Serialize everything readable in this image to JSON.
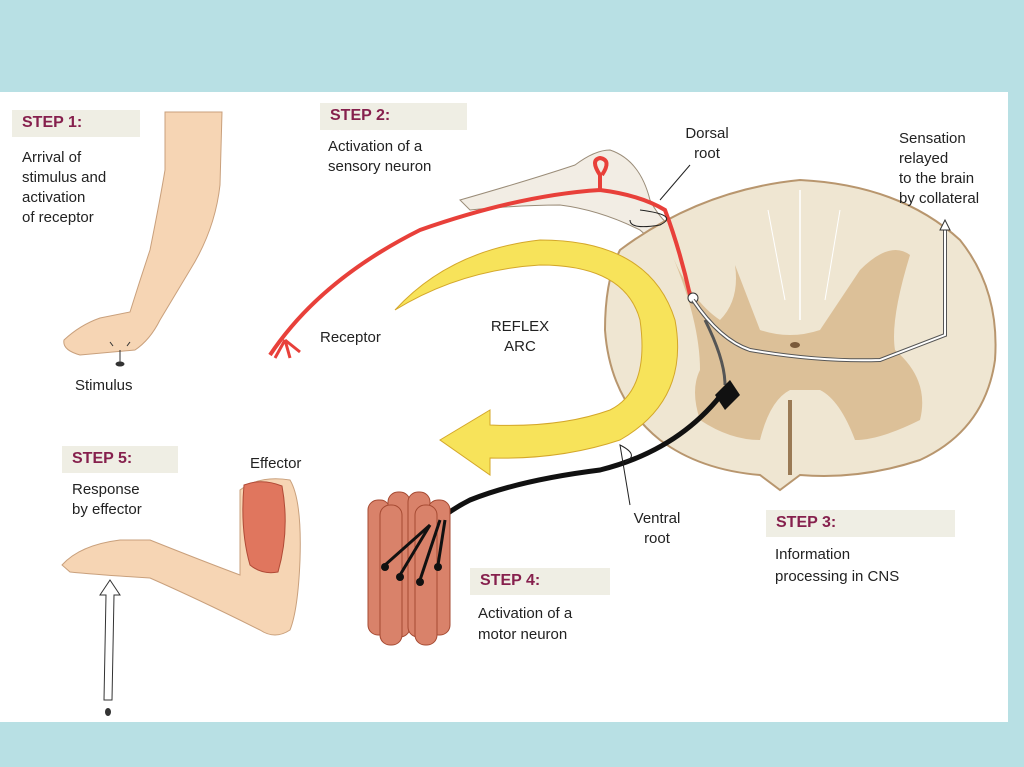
{
  "title": "Reflex Arc",
  "steps": [
    {
      "label": "STEP 1:",
      "description": [
        "Arrival of",
        "stimulus and",
        "activation",
        "of receptor"
      ]
    },
    {
      "label": "STEP 2:",
      "description": [
        "Activation of a",
        "sensory neuron"
      ]
    },
    {
      "label": "STEP 3:",
      "description": [
        "Information",
        "processing in CNS"
      ]
    },
    {
      "label": "STEP 4:",
      "description": [
        "Activation of a",
        "motor neuron"
      ]
    },
    {
      "label": "STEP 5:",
      "description": [
        "Response",
        "by effector"
      ]
    }
  ],
  "labels": {
    "stimulus": "Stimulus",
    "receptor": "Receptor",
    "reflex_arc": [
      "REFLEX",
      "ARC"
    ],
    "dorsal_root": [
      "Dorsal",
      "root"
    ],
    "ventral_root": [
      "Ventral",
      "root"
    ],
    "sensation": [
      "Sensation",
      "relayed",
      "to the brain",
      "by collateral"
    ],
    "effector": "Effector"
  },
  "colors": {
    "background": "#b8e0e4",
    "step_label": "#86204d",
    "sensory_neuron": "#e8403a",
    "motor_neuron": "#111111",
    "reflex_arrow": "#f7e35a"
  }
}
